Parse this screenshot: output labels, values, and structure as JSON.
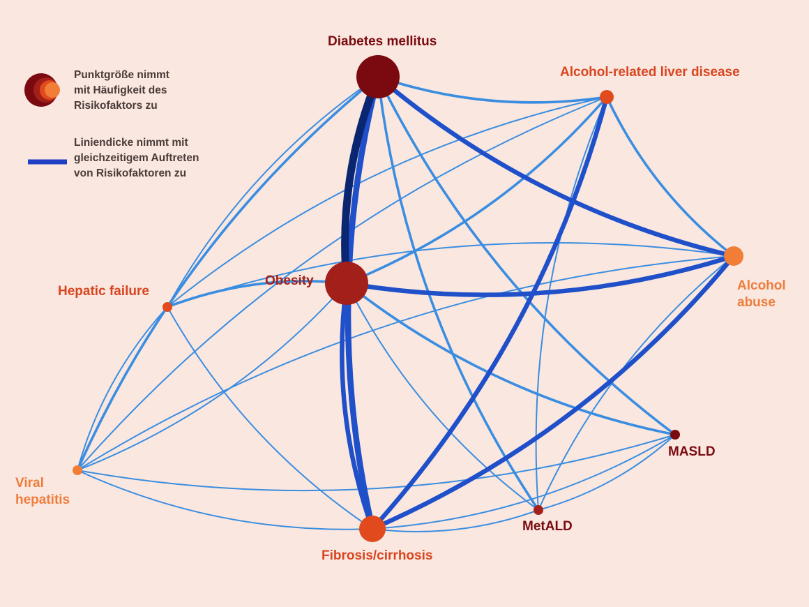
{
  "legend": {
    "size_lines": [
      "Punktgröße nimmt",
      "mit Häufigkeit des",
      "Risikofaktors zu"
    ],
    "width_lines": [
      "Liniendicke nimmt mit",
      "gleichzeitigem Auftreten",
      "von Risikofaktoren zu"
    ]
  },
  "colors": {
    "background": "#f9e7e0",
    "node_dark_red": "#7a0a0f",
    "node_red": "#a3201a",
    "node_orange_red": "#e04a1c",
    "node_orange": "#f27d36",
    "edge_light": "#3a8de0",
    "edge_medium": "#1f4fc9",
    "edge_dark": "#0a2670"
  },
  "nodes": [
    {
      "id": "diabetes",
      "lines": [
        "Diabetes mellitus"
      ],
      "color": "#7a0a0f",
      "label_color": "#7a0a0f",
      "size_rank": 5
    },
    {
      "id": "ald",
      "lines": [
        "Alcohol-related liver disease"
      ],
      "color": "#e04a1c",
      "label_color": "#d9451f",
      "size_rank": 2
    },
    {
      "id": "alcohol_abuse",
      "lines": [
        "Alcohol",
        "abuse"
      ],
      "color": "#f27d36",
      "label_color": "#ee7d3c",
      "size_rank": 3
    },
    {
      "id": "obesity",
      "lines": [
        "Obesity"
      ],
      "color": "#a3201a",
      "label_color": "#a3201a",
      "size_rank": 5
    },
    {
      "id": "hepatic_failure",
      "lines": [
        "Hepatic failure"
      ],
      "color": "#e04a1c",
      "label_color": "#d9451f",
      "size_rank": 1
    },
    {
      "id": "masld",
      "lines": [
        "MASLD"
      ],
      "color": "#7a0a0f",
      "label_color": "#7a0a0f",
      "size_rank": 1
    },
    {
      "id": "viral_hepatitis",
      "lines": [
        "Viral",
        "hepatitis"
      ],
      "color": "#f27d36",
      "label_color": "#ee7d3c",
      "size_rank": 1
    },
    {
      "id": "metald",
      "lines": [
        "MetALD"
      ],
      "color": "#a3201a",
      "label_color": "#7a0a0f",
      "size_rank": 1
    },
    {
      "id": "fibrosis",
      "lines": [
        "Fibrosis/cirrhosis"
      ],
      "color": "#e04a1c",
      "label_color": "#d9451f",
      "size_rank": 4
    }
  ],
  "edges": [
    {
      "from": "diabetes",
      "to": "obesity",
      "weight": 5
    },
    {
      "from": "diabetes",
      "to": "fibrosis",
      "weight": 4
    },
    {
      "from": "obesity",
      "to": "fibrosis",
      "weight": 3
    },
    {
      "from": "diabetes",
      "to": "alcohol_abuse",
      "weight": 3
    },
    {
      "from": "obesity",
      "to": "alcohol_abuse",
      "weight": 3
    },
    {
      "from": "fibrosis",
      "to": "ald",
      "weight": 3
    },
    {
      "from": "fibrosis",
      "to": "alcohol_abuse",
      "weight": 3
    },
    {
      "from": "diabetes",
      "to": "ald",
      "weight": 2
    },
    {
      "from": "ald",
      "to": "alcohol_abuse",
      "weight": 2
    },
    {
      "from": "diabetes",
      "to": "viral_hepatitis",
      "weight": 2
    },
    {
      "from": "diabetes",
      "to": "hepatic_failure",
      "weight": 1
    },
    {
      "from": "diabetes",
      "to": "masld",
      "weight": 2
    },
    {
      "from": "diabetes",
      "to": "metald",
      "weight": 2
    },
    {
      "from": "obesity",
      "to": "ald",
      "weight": 2
    },
    {
      "from": "obesity",
      "to": "masld",
      "weight": 2
    },
    {
      "from": "obesity",
      "to": "hepatic_failure",
      "weight": 2
    },
    {
      "from": "obesity",
      "to": "metald",
      "weight": 1
    },
    {
      "from": "ald",
      "to": "viral_hepatitis",
      "weight": 1
    },
    {
      "from": "ald",
      "to": "metald",
      "weight": 1
    },
    {
      "from": "ald",
      "to": "hepatic_failure",
      "weight": 1
    },
    {
      "from": "alcohol_abuse",
      "to": "hepatic_failure",
      "weight": 1
    },
    {
      "from": "alcohol_abuse",
      "to": "viral_hepatitis",
      "weight": 1
    },
    {
      "from": "alcohol_abuse",
      "to": "metald",
      "weight": 1
    },
    {
      "from": "hepatic_failure",
      "to": "viral_hepatitis",
      "weight": 1
    },
    {
      "from": "hepatic_failure",
      "to": "fibrosis",
      "weight": 1
    },
    {
      "from": "viral_hepatitis",
      "to": "fibrosis",
      "weight": 1
    },
    {
      "from": "viral_hepatitis",
      "to": "masld",
      "weight": 1
    },
    {
      "from": "viral_hepatitis",
      "to": "obesity",
      "weight": 1
    },
    {
      "from": "fibrosis",
      "to": "metald",
      "weight": 1
    },
    {
      "from": "fibrosis",
      "to": "masld",
      "weight": 1
    },
    {
      "from": "metald",
      "to": "masld",
      "weight": 1
    }
  ]
}
